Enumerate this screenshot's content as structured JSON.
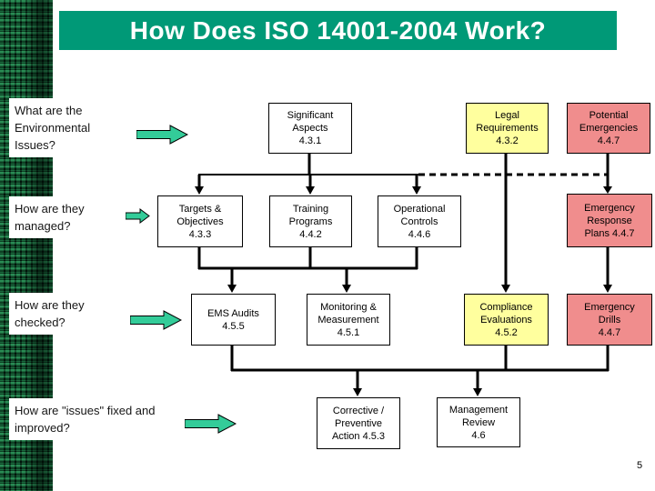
{
  "title": "How Does ISO 14001-2004 Work?",
  "page_number": "5",
  "colors": {
    "title_bar": "#009977",
    "arrow_fill": "#33cc99",
    "box_yellow": "#ffff9e",
    "box_pink": "#f08d8d",
    "strip_dark": "#06361e"
  },
  "questions": [
    {
      "id": "environmental-issues",
      "text": "What are the\nEnvironmental\nIssues?"
    },
    {
      "id": "managed",
      "text": "How are they\nmanaged?"
    },
    {
      "id": "checked",
      "text": "How are they\nchecked?"
    },
    {
      "id": "fixed-improved",
      "text": "How are \"issues\" fixed and\nimproved?"
    }
  ],
  "boxes": [
    {
      "id": "significant-aspects",
      "color": "white",
      "label": "Significant\nAspects\n4.3.1"
    },
    {
      "id": "legal-requirements",
      "color": "yellow",
      "label": "Legal\nRequirements\n4.3.2"
    },
    {
      "id": "potential-emergencies",
      "color": "pink",
      "label": "Potential\nEmergencies\n4.4.7"
    },
    {
      "id": "targets-objectives",
      "color": "white",
      "label": "Targets &\nObjectives\n4.3.3"
    },
    {
      "id": "training-programs",
      "color": "white",
      "label": "Training\nPrograms\n4.4.2"
    },
    {
      "id": "operational-controls",
      "color": "white",
      "label": "Operational\nControls\n4.4.6"
    },
    {
      "id": "emergency-response-plans",
      "color": "pink",
      "label": "Emergency\nResponse\nPlans 4.4.7"
    },
    {
      "id": "ems-audits",
      "color": "white",
      "label": "EMS Audits\n4.5.5"
    },
    {
      "id": "monitoring-measurement",
      "color": "white",
      "label": "Monitoring &\nMeasurement\n4.5.1"
    },
    {
      "id": "compliance-evaluations",
      "color": "yellow",
      "label": "Compliance\nEvaluations\n4.5.2"
    },
    {
      "id": "emergency-drills",
      "color": "pink",
      "label": "Emergency\nDrills\n4.4.7"
    },
    {
      "id": "corrective-preventive-action",
      "color": "white",
      "label": "Corrective /\nPreventive\nAction 4.5.3"
    },
    {
      "id": "management-review",
      "color": "white",
      "label": "Management\nReview\n4.6"
    }
  ]
}
